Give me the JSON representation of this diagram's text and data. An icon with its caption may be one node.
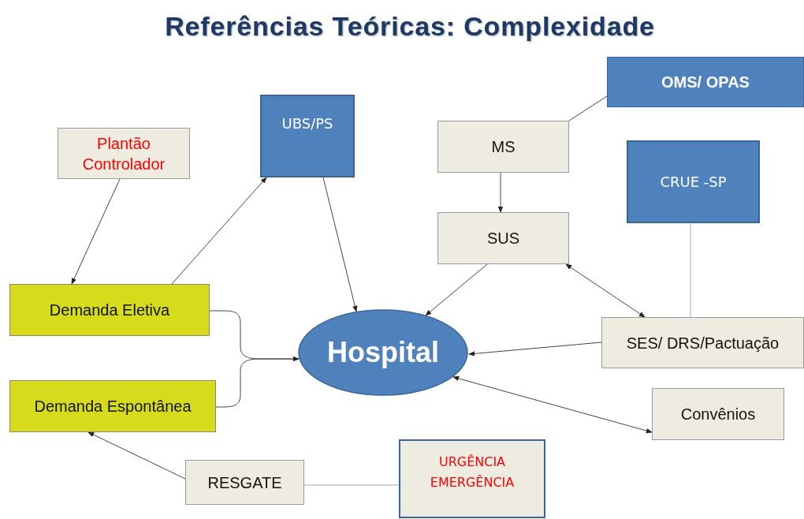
{
  "diagram": {
    "title": "Referências Teóricas: Complexidade",
    "nodes": [
      {
        "text": [
          "OMS/ OPAS"
        ]
      },
      {
        "text": [
          "UBS/PS"
        ]
      },
      {
        "text": [
          "Plantão Controlador"
        ]
      },
      {
        "text": [
          "MS"
        ]
      },
      {
        "text": [
          "CRUE -SP"
        ]
      },
      {
        "text": [
          "SUS"
        ]
      },
      {
        "text": [
          "Demanda Eletiva"
        ]
      },
      {
        "text": [
          "Hospital"
        ]
      },
      {
        "text": [
          "SES/ DRS/Pactuação"
        ]
      },
      {
        "text": [
          "Demanda Espontânea"
        ]
      },
      {
        "text": [
          "Convênios"
        ]
      },
      {
        "text": [
          "RESGATE"
        ]
      },
      {
        "text": [
          "URGÊNCIA EMERGÊNCIA"
        ]
      }
    ],
    "edges": [
      {
        "from": 3,
        "to": 0,
        "arrow": "none"
      },
      {
        "from": 2,
        "to": 6,
        "arrow": "to"
      },
      {
        "from": 6,
        "to": 1,
        "arrow": "to"
      },
      {
        "from": 1,
        "to": 7,
        "arrow": "to"
      },
      {
        "from": 3,
        "to": 5,
        "arrow": "to"
      },
      {
        "from": 5,
        "to": 7,
        "arrow": "to"
      },
      {
        "from": 5,
        "to": 8,
        "arrow": "both"
      },
      {
        "from": 4,
        "to": 8,
        "arrow": "none",
        "color": "#9aa8c8"
      },
      {
        "from": 8,
        "to": 7,
        "arrow": "to"
      },
      {
        "from": 10,
        "to": 7,
        "arrow": "both"
      },
      {
        "from": 6,
        "to": 7,
        "arrow": "to"
      },
      {
        "from": 9,
        "to": 7,
        "arrow": "to"
      },
      {
        "from": 11,
        "to": 9,
        "arrow": "to"
      },
      {
        "from": 12,
        "to": 11,
        "arrow": "none",
        "color": "#9aa8c8"
      }
    ]
  }
}
